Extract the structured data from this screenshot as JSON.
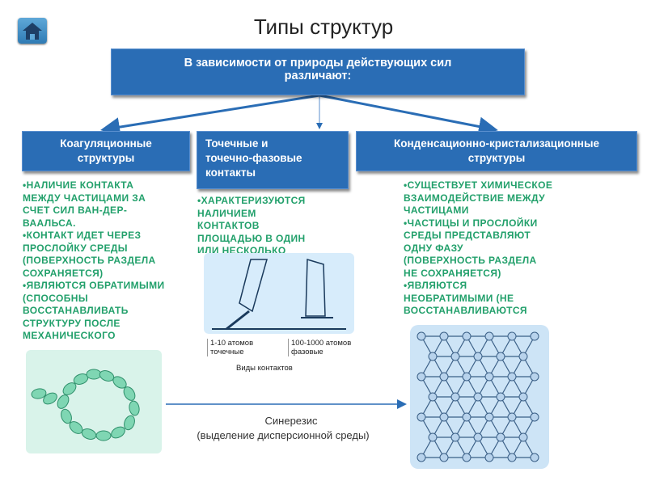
{
  "title": "Типы структур",
  "header_box": {
    "line1": "В  зависимости от природы действующих сил",
    "line2": "различают:"
  },
  "types": [
    {
      "label_line1": "Коагуляционные",
      "label_line2": "структуры"
    },
    {
      "label_line1": "Точечные и",
      "label_line2": "точечно-фазовые",
      "label_line3": "контакты"
    },
    {
      "label_line1": "Конденсационно-кристализационные",
      "label_line2": "структуры"
    }
  ],
  "coag_list": [
    "•НАЛИЧИЕ КОНТАКТА",
    "МЕЖДУ ЧАСТИЦАМИ ЗА",
    "СЧЕТ СИЛ ВАН-ДЕР-",
    "ВААЛЬСА.",
    "•КОНТАКТ ИДЕТ ЧЕРЕЗ",
    "ПРОСЛОЙКУ СРЕДЫ",
    "(ПОВЕРХНОСТЬ РАЗДЕЛА",
    "СОХРАНЯЕТСЯ)",
    "•ЯВЛЯЮТСЯ ОБРАТИМЫМИ",
    "(СПОСОБНЫ",
    "ВОССТАНАВЛИВАТЬ",
    "СТРУКТУРУ ПОСЛЕ",
    "МЕХАНИЧЕСКОГО"
  ],
  "point_list": [
    "•ХАРАКТЕРИЗУЮТСЯ",
    "НАЛИЧИЕМ",
    "КОНТАКТОВ",
    "ПЛОЩАДЬЮ В ОДИН",
    "ИЛИ НЕСКОЛЬКО"
  ],
  "cond_list": [
    "•СУЩЕСТВУЕТ ХИМИЧЕСКОЕ",
    "ВЗАИМОДЕЙСТВИЕ МЕЖДУ",
    "ЧАСТИЦАМИ",
    "•ЧАСТИЦЫ И ПРОСЛОЙКИ",
    "СРЕДЫ ПРЕДСТАВЛЯЮТ",
    "ОДНУ ФАЗУ",
    "(ПОВЕРХНОСТЬ РАЗДЕЛА",
    "НЕ СОХРАНЯЕТСЯ)",
    "•ЯВЛЯЮТСЯ",
    "НЕОБРАТИМЫМИ (НЕ",
    "ВОССТАНАВЛИВАЮТСЯ"
  ],
  "contact_figure": {
    "cap1_line1": "1-10 атомов",
    "cap1_line2": "точечные",
    "cap2_line1": "100-1000 атомов",
    "cap2_line2": "фазовые",
    "caption": "Виды контактов"
  },
  "synaeresis": {
    "label": "Синерезис",
    "note": "(выделение дисперсионной среды)"
  },
  "colors": {
    "box_blue": "#2a6db5",
    "list_green": "#22a06b",
    "arrow_blue": "#2a6db5"
  }
}
